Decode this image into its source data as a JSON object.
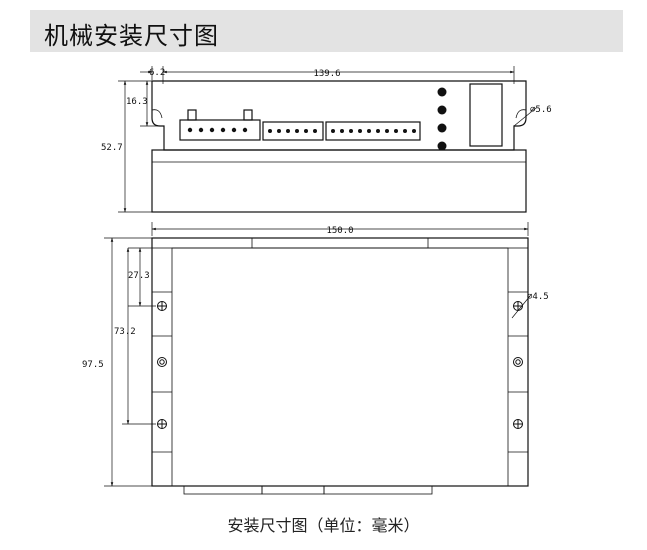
{
  "header": {
    "title": "机械安装尺寸图"
  },
  "top_view": {
    "dim_width": "139.6",
    "dim_notch": "6.2",
    "dim_slot_depth": "16.3",
    "dim_height": "52.7",
    "dim_hole": "⌀5.6"
  },
  "front_view": {
    "dim_width": "150.0",
    "dim_27": "27.3",
    "dim_73": "73.2",
    "dim_97": "97.5",
    "dim_hole": "⌀4.5"
  },
  "caption": "安装尺寸图（单位：毫米）"
}
